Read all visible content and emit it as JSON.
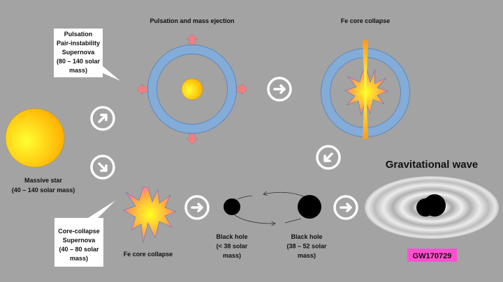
{
  "colors": {
    "background": "#a3a3a3",
    "ring": "#7fa9d6",
    "star": "#ffc400",
    "ejection_arrow": "#f08080",
    "gw_label_bg": "#ff4fd0"
  },
  "callouts": {
    "pulsation": [
      "Pulsation",
      "Pair-instability",
      "Supernova",
      "(80 – 140 solar",
      "mass)"
    ],
    "core_collapse": [
      "Core-collapse",
      "Supernova",
      "(40 – 80 solar",
      "mass)"
    ]
  },
  "massive_star": {
    "name": "Massive star",
    "mass": "(40 – 140 solar mass)"
  },
  "pulsation_stage": {
    "title": "Pulsation and mass ejection"
  },
  "fe_collapse_top": {
    "title": "Fe core collapse"
  },
  "fe_collapse_bottom": {
    "title": "Fe core collapse"
  },
  "black_hole_small": [
    "Black hole",
    "(< 38 solar",
    "mass)"
  ],
  "black_hole_large": [
    "Black hole",
    "(38 – 52 solar",
    "mass)"
  ],
  "gravitational_wave": {
    "title": "Gravitational wave",
    "event": "GW170729"
  }
}
